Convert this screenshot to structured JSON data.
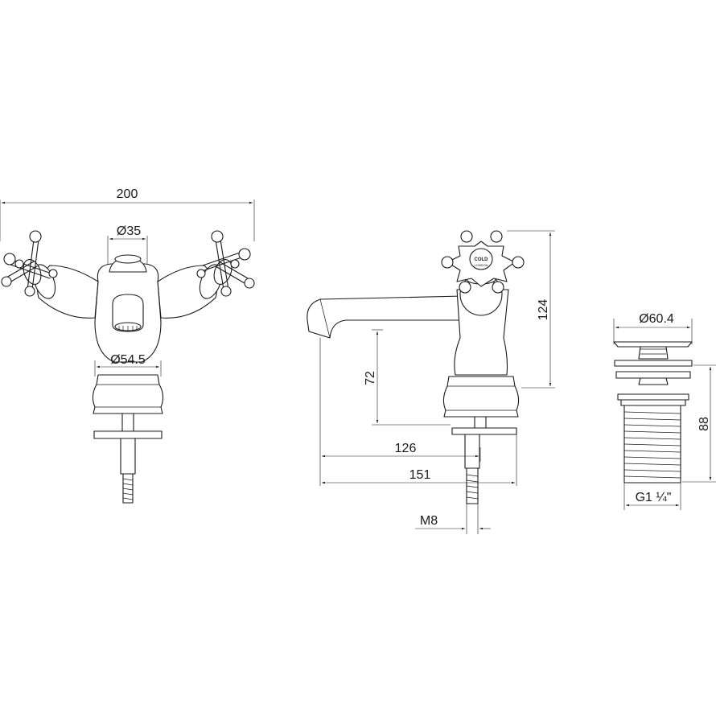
{
  "front_view": {
    "dim_width": "200",
    "dim_inlet_diameter": "Ø35",
    "dim_base_diameter": "Ø54.5"
  },
  "side_view": {
    "handle_label": "COLD",
    "handle_maker": "LONDON",
    "dim_height": "124",
    "dim_spout_height": "72",
    "dim_spout_reach": "126",
    "dim_overall_depth": "151",
    "dim_thread": "M8"
  },
  "waste_view": {
    "dim_diameter": "Ø60.4",
    "dim_height": "88",
    "dim_thread": "G1 ¼\""
  }
}
